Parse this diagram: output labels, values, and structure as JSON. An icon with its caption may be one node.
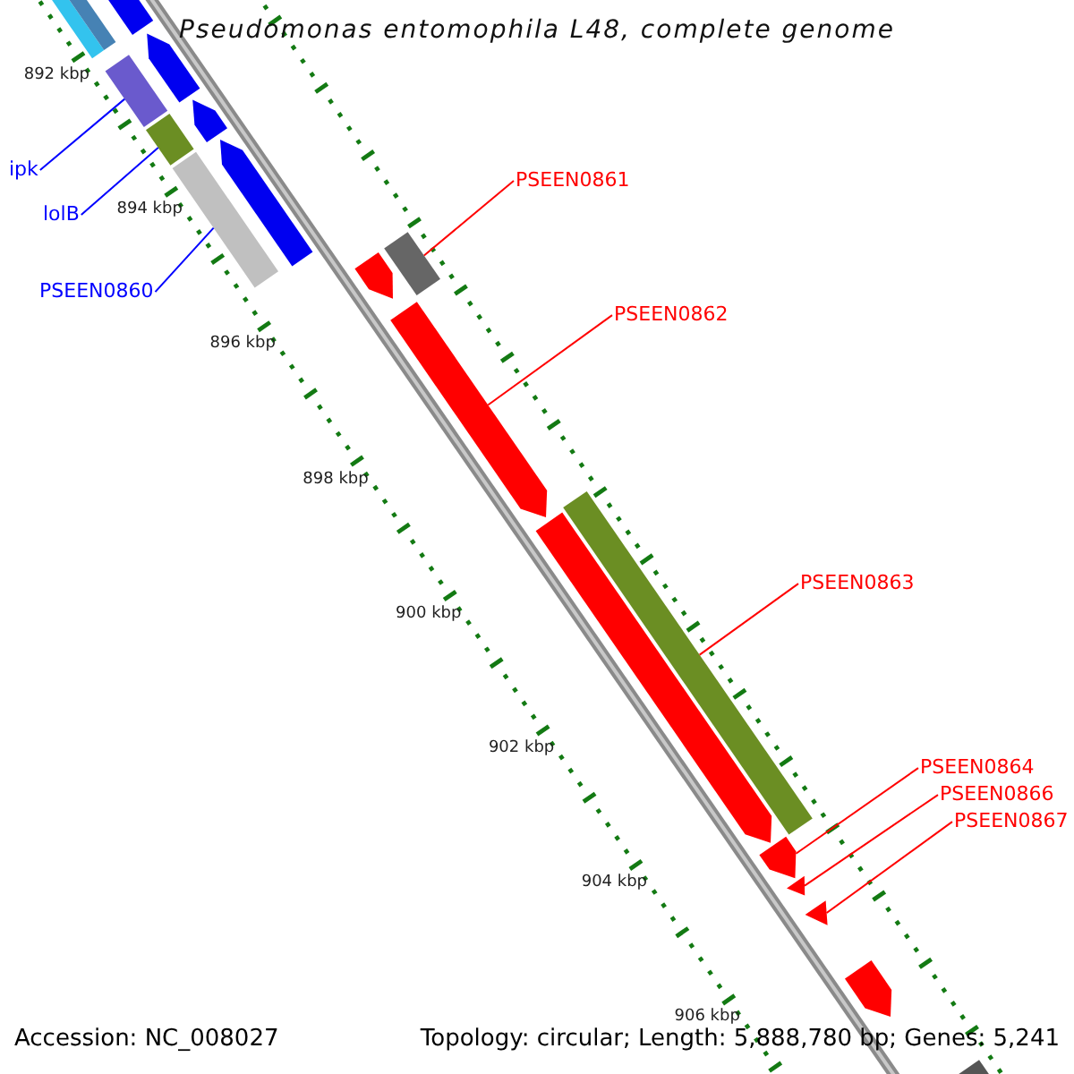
{
  "diagram": {
    "title": "Pseudomonas entomophila L48, complete genome",
    "nodes": [
      {
        "text": [
          "ipk"
        ]
      },
      {
        "text": [
          "lolB"
        ]
      },
      {
        "text": [
          "PSEEN0860"
        ]
      },
      {
        "text": [
          "PSEEN0861"
        ]
      },
      {
        "text": [
          "PSEEN0862"
        ]
      },
      {
        "text": [
          "PSEEN0863"
        ]
      },
      {
        "text": [
          "PSEEN0864"
        ]
      },
      {
        "text": [
          "PSEEN0866"
        ]
      },
      {
        "text": [
          "PSEEN0867"
        ]
      },
      {
        "text": [],
        "shape": "box"
      },
      {
        "text": [],
        "shape": "box"
      },
      {
        "text": [],
        "shape": "arrow"
      },
      {
        "text": [],
        "shape": "box"
      },
      {
        "text": [],
        "shape": "arrow"
      },
      {
        "text": [],
        "shape": "box"
      },
      {
        "text": [],
        "shape": "arrow"
      },
      {
        "text": [],
        "shape": "box"
      },
      {
        "text": [],
        "shape": "arrow"
      },
      {
        "text": [],
        "shape": "arrow"
      },
      {
        "text": [],
        "shape": "box"
      },
      {
        "text": [],
        "shape": "arrow"
      },
      {
        "text": [],
        "shape": "arrow"
      },
      {
        "text": [],
        "shape": "box"
      },
      {
        "text": [],
        "shape": "arrow"
      },
      {
        "text": [],
        "shape": "arrow"
      },
      {
        "text": [],
        "shape": "arrow"
      },
      {
        "text": [],
        "shape": "arrow"
      },
      {
        "text": [],
        "shape": "box"
      }
    ],
    "edges": [
      {
        "from": 0,
        "to": 12,
        "arrow": "none",
        "color": "#0000ff"
      },
      {
        "from": 1,
        "to": 14,
        "arrow": "none",
        "color": "#0000ff"
      },
      {
        "from": 2,
        "to": 16,
        "arrow": "none",
        "color": "#0000ff"
      },
      {
        "from": 3,
        "to": 19,
        "arrow": "none"
      },
      {
        "from": 4,
        "to": 20,
        "arrow": "none"
      },
      {
        "from": 5,
        "to": 22,
        "arrow": "none"
      },
      {
        "from": 6,
        "to": 23,
        "arrow": "none"
      },
      {
        "from": 7,
        "to": 24,
        "arrow": "none"
      },
      {
        "from": 8,
        "to": 25,
        "arrow": "none"
      }
    ],
    "labels": [
      "892 kbp",
      "894 kbp",
      "896 kbp",
      "898 kbp",
      "900 kbp",
      "902 kbp",
      "904 kbp",
      "906 kbp",
      "Accession: NC_008027",
      "Topology: circular; Length: 5,888,780 bp; Genes: 5,241"
    ]
  }
}
